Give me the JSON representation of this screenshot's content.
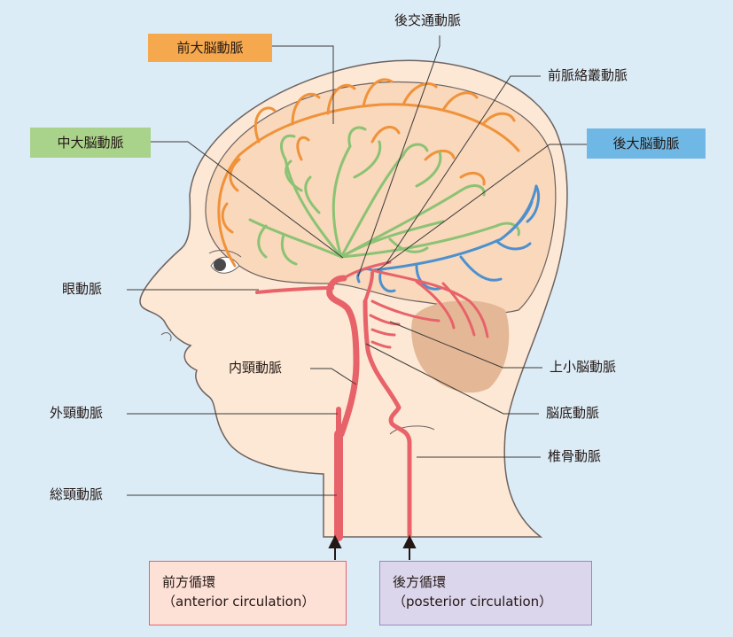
{
  "colors": {
    "panel_bg": "#dcecf6",
    "skin": "#fce8d4",
    "brain": "#f9d8bc",
    "cerebellum": "#e4b896",
    "artery_red": "#e8626a",
    "acA_orange": "#f0923a",
    "mca_green": "#8cc274",
    "pca_blue": "#4d90cf",
    "outline": "#6d6260"
  },
  "labels": {
    "aca": "前大脳動脈",
    "pcomm": "後交通動脈",
    "achoroidal": "前脈絡叢動脈",
    "mca": "中大脳動脈",
    "pca": "後大脳動脈",
    "ophthalmic": "眼動脈",
    "ica": "内頸動脈",
    "sca": "上小脳動脈",
    "basilar": "脳底動脈",
    "eca": "外頸動脈",
    "vertebral": "椎骨動脈",
    "cca": "総頸動脈"
  },
  "anterior": {
    "line1": "前方循環",
    "line2": "（anterior circulation）"
  },
  "posterior": {
    "line1": "後方循環",
    "line2": "（posterior circulation）"
  }
}
